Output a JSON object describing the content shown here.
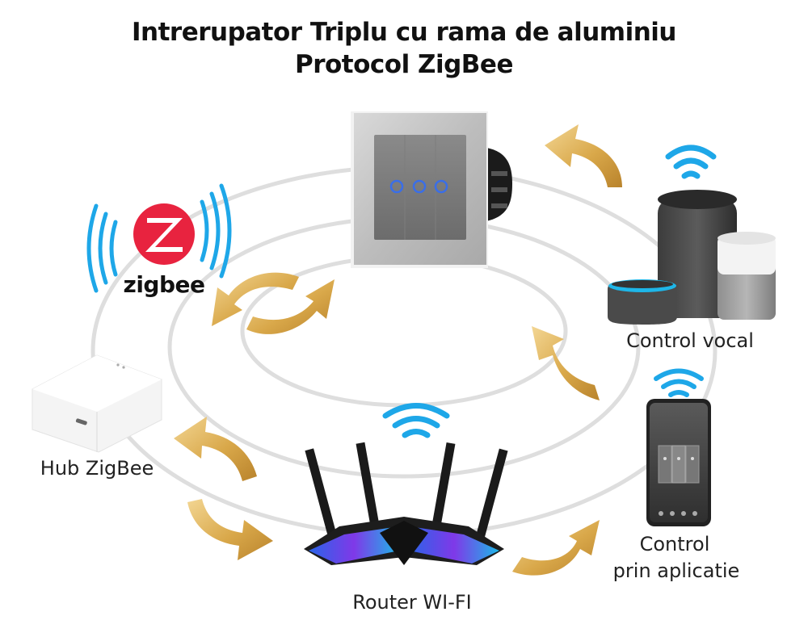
{
  "title": {
    "line1": "Intrerupator Triplu cu rama de aluminiu",
    "line2": "Protocol ZigBee"
  },
  "nodes": {
    "switch": {
      "name": "aluminum-triple-switch",
      "buttons": 3
    },
    "zigbee_logo": {
      "wordmark": "zigbee",
      "brand_color": "#e8233f"
    },
    "voice": {
      "label": "Control vocal"
    },
    "hub": {
      "label": "Hub ZigBee"
    },
    "router": {
      "label": "Router WI-FI"
    },
    "app": {
      "label_line1": "Control",
      "label_line2": "prin aplicatie"
    }
  },
  "colors": {
    "wifi": "#1ea7e8",
    "arrow": "#d8a84a",
    "orbit": "#dcdcdc",
    "switch_touch_led": "#3a6ee8"
  },
  "icons": [
    "wifi-icon",
    "zigbee-logo-icon",
    "smart-speaker-icon",
    "hub-icon",
    "router-icon",
    "smartphone-icon",
    "curved-arrow-icon"
  ]
}
